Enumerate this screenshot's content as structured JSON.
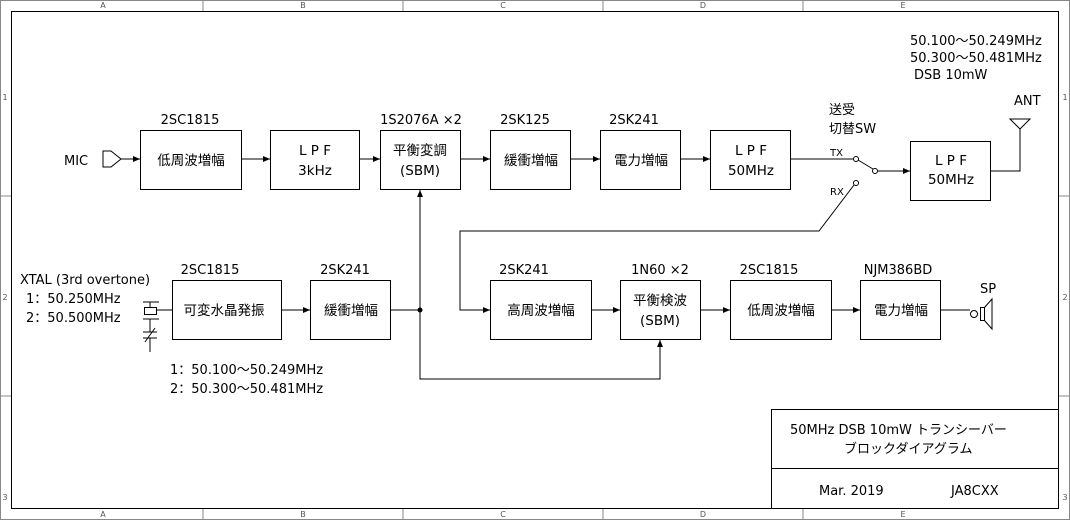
{
  "frame": {
    "columns": [
      "A",
      "B",
      "C",
      "D",
      "E"
    ],
    "rows": [
      "1",
      "2",
      "3"
    ]
  },
  "top_chain": {
    "mic": "MIC",
    "b1": {
      "part": "2SC1815",
      "l1": "低周波増幅"
    },
    "b2": {
      "l1": "L P F",
      "l2": "3kHz"
    },
    "b3": {
      "part": "1S2076A ×2",
      "l1": "平衡変調",
      "l2": "(SBM)"
    },
    "b4": {
      "part": "2SK125",
      "l1": "緩衝増幅"
    },
    "b5": {
      "part": "2SK241",
      "l1": "電力増幅"
    },
    "b6": {
      "l1": "L P F",
      "l2": "50MHz"
    }
  },
  "switch": {
    "title1": "送受",
    "title2": "切替SW",
    "tx": "TX",
    "rx": "RX"
  },
  "antenna_side": {
    "lpf": {
      "l1": "L P F",
      "l2": "50MHz"
    },
    "ant": "ANT",
    "spec": [
      "50.100～50.249MHz",
      "50.300～50.481MHz",
      "DSB  10mW"
    ]
  },
  "xtal": {
    "title": "XTAL (3rd overtone)",
    "f1": "1：50.250MHz",
    "f2": "2：50.500MHz",
    "out1": "1：50.100～50.249MHz",
    "out2": "2：50.300～50.481MHz"
  },
  "mid_chain": {
    "osc": {
      "part": "2SC1815",
      "l1": "可変水晶発振"
    },
    "buf": {
      "part": "2SK241",
      "l1": "緩衝増幅"
    }
  },
  "rx_chain": {
    "b1": {
      "part": "2SK241",
      "l1": "高周波増幅"
    },
    "b2": {
      "part": "1N60 ×2",
      "l1": "平衡検波",
      "l2": "(SBM)"
    },
    "b3": {
      "part": "2SC1815",
      "l1": "低周波増幅"
    },
    "b4": {
      "part": "NJM386BD",
      "l1": "電力増幅"
    },
    "sp": "SP"
  },
  "titleblock": {
    "line1": "50MHz DSB 10mW  トランシーバー",
    "line2": "ブロックダイアグラム",
    "date": "Mar.   2019",
    "author": "JA8CXX"
  }
}
